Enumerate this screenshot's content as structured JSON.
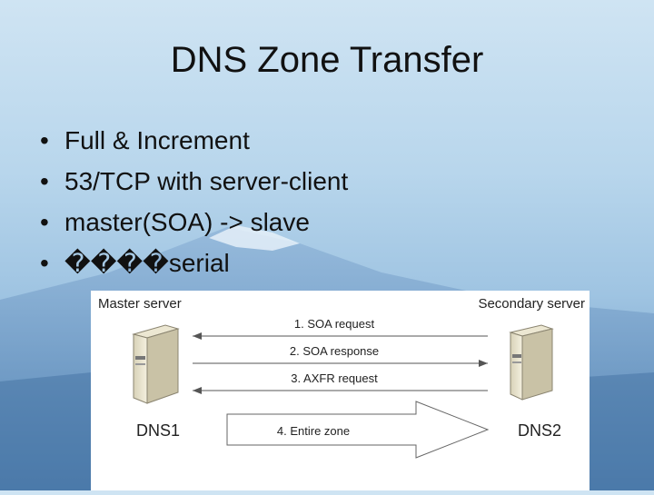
{
  "slide": {
    "title": "DNS Zone Transfer",
    "bullets": [
      "Full & Increment",
      "53/TCP with server-client",
      "master(SOA) -> slave",
      "����serial"
    ]
  },
  "diagram": {
    "master_label": "Master server",
    "secondary_label": "Secondary server",
    "master_host": "DNS1",
    "secondary_host": "DNS2",
    "messages": [
      {
        "label": "1. SOA request",
        "direction": "left"
      },
      {
        "label": "2. SOA response",
        "direction": "right"
      },
      {
        "label": "3. AXFR request",
        "direction": "left"
      },
      {
        "label": "4. Entire zone",
        "direction": "right"
      }
    ]
  }
}
